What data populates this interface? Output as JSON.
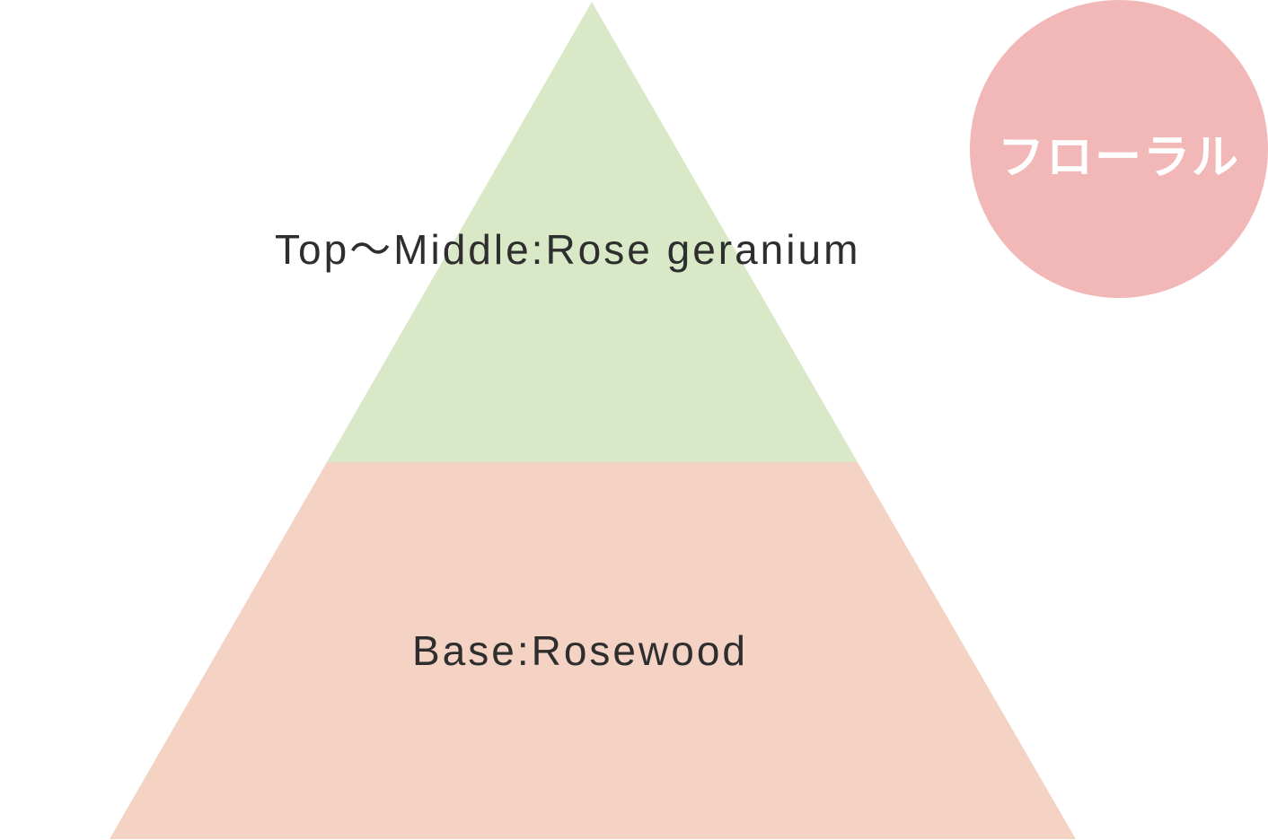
{
  "pyramid": {
    "tiers": [
      {
        "label": "Top～Middle:Rose geranium",
        "color": "#d9e9c7"
      },
      {
        "label": "Base:Rosewood",
        "color": "#f4d2c4"
      }
    ]
  },
  "badge": {
    "label": "フローラル",
    "color": "#f1b8b7"
  }
}
